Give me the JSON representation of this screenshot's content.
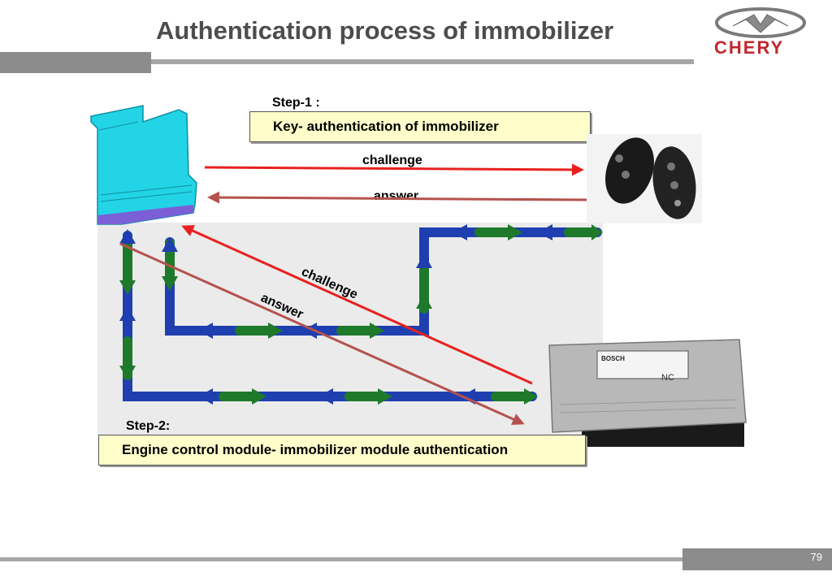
{
  "header": {
    "title": "Authentication process of immobilizer",
    "logo_text": "CHERY"
  },
  "step1": {
    "label": "Step-1 :",
    "note": "Key- authentication of immobilizer",
    "arrow_challenge": "challenge",
    "arrow_answer": "answer"
  },
  "step2": {
    "label": "Step-2:",
    "note": "Engine control module- immobilizer module authentication",
    "arrow_challenge": "challenge",
    "arrow_answer": "answer"
  },
  "ecu": {
    "brand": "BOSCH",
    "marking": "NC"
  },
  "footer": {
    "page_number": "79"
  },
  "colors": {
    "title": "#4d4d4d",
    "logo_red": "#c0272d",
    "arrow_red": "#e8211f",
    "arrow_brown": "#b5524e",
    "bus_blue": "#1f3fb0",
    "bus_green": "#1e7a2a",
    "immo_cyan": "#22d4e6",
    "note_bg": "#fffecb"
  }
}
